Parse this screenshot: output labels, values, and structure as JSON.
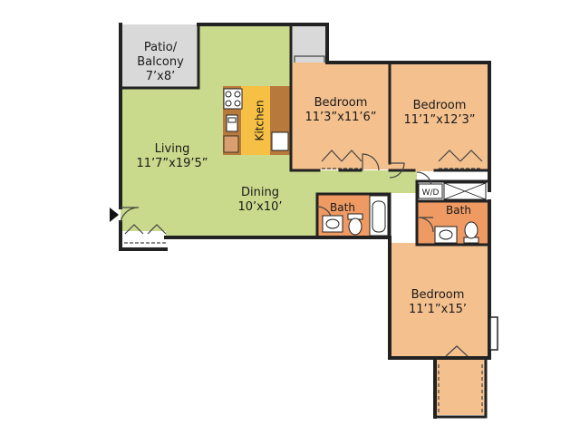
{
  "colors": {
    "living": "#c9da8c",
    "bedroom": "#f4c08e",
    "bath": "#ef9a63",
    "patio": "#d9d9d9",
    "kitchen": "#f5c043",
    "cabinet": "#b87a3c",
    "wall": "#222222"
  },
  "rooms": {
    "patio": {
      "name_line1": "Patio/",
      "name_line2": "Balcony",
      "size": "7’x8’"
    },
    "living": {
      "name": "Living",
      "size": "11’7”x19’5”"
    },
    "kitchen": {
      "name": "Kitchen"
    },
    "dining": {
      "name": "Dining",
      "size": "10’x10’"
    },
    "bedroom1": {
      "name": "Bedroom",
      "size": "11’3”x11’6”"
    },
    "bedroom2": {
      "name": "Bedroom",
      "size": "11’1”x12’3”"
    },
    "bedroom3": {
      "name": "Bedroom",
      "size": "11’1”x15’"
    },
    "bath1": {
      "name": "Bath"
    },
    "bath2": {
      "name": "Bath"
    },
    "laundry": {
      "name": "W/D"
    }
  },
  "icons": {
    "entry": "entry-arrow-icon",
    "stove": "stove-icon",
    "sink": "sink-icon",
    "toilet": "toilet-icon",
    "tub": "bathtub-icon"
  }
}
